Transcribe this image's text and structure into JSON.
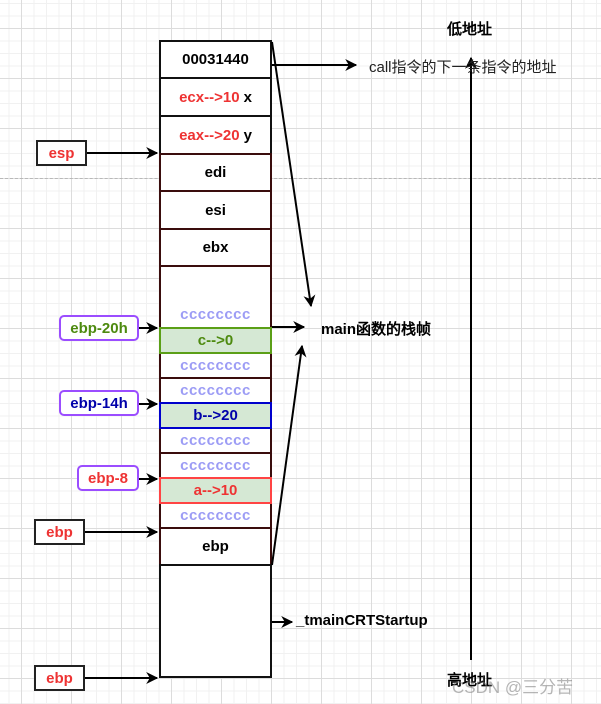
{
  "diagram": {
    "title_low": "低地址",
    "title_high": "高地址",
    "return_address_note": "call指令的下一条指令的地址",
    "frame_label": "main函数的栈帧",
    "caller_label": "_tmainCRTStartup",
    "watermark": "CSDN @三分苦",
    "stack": {
      "return_address": "00031440",
      "ecx": {
        "reg": "ecx-->10",
        "var": "x"
      },
      "eax": {
        "reg": "eax-->20",
        "var": "y"
      },
      "edi": "edi",
      "esi": "esi",
      "ebx": "ebx",
      "filler": "cccccccc",
      "var_c": "c-->0",
      "var_b": "b-->20",
      "var_a": "a-->10",
      "saved_ebp": "ebp"
    },
    "pointers": {
      "esp": "esp",
      "ebp_20h": "ebp-20h",
      "ebp_14h": "ebp-14h",
      "ebp_8": "ebp-8",
      "ebp_current": "ebp",
      "ebp_caller": "ebp"
    },
    "colors": {
      "register_red": "#ee3333",
      "filler_lavender": "#9c9cf5",
      "var_green_fill": "#d5e8d4",
      "c_green": "#5b9f17",
      "b_blue": "#0000cc",
      "a_red": "#ff4444",
      "offset_purple": "#9b4dff"
    }
  }
}
